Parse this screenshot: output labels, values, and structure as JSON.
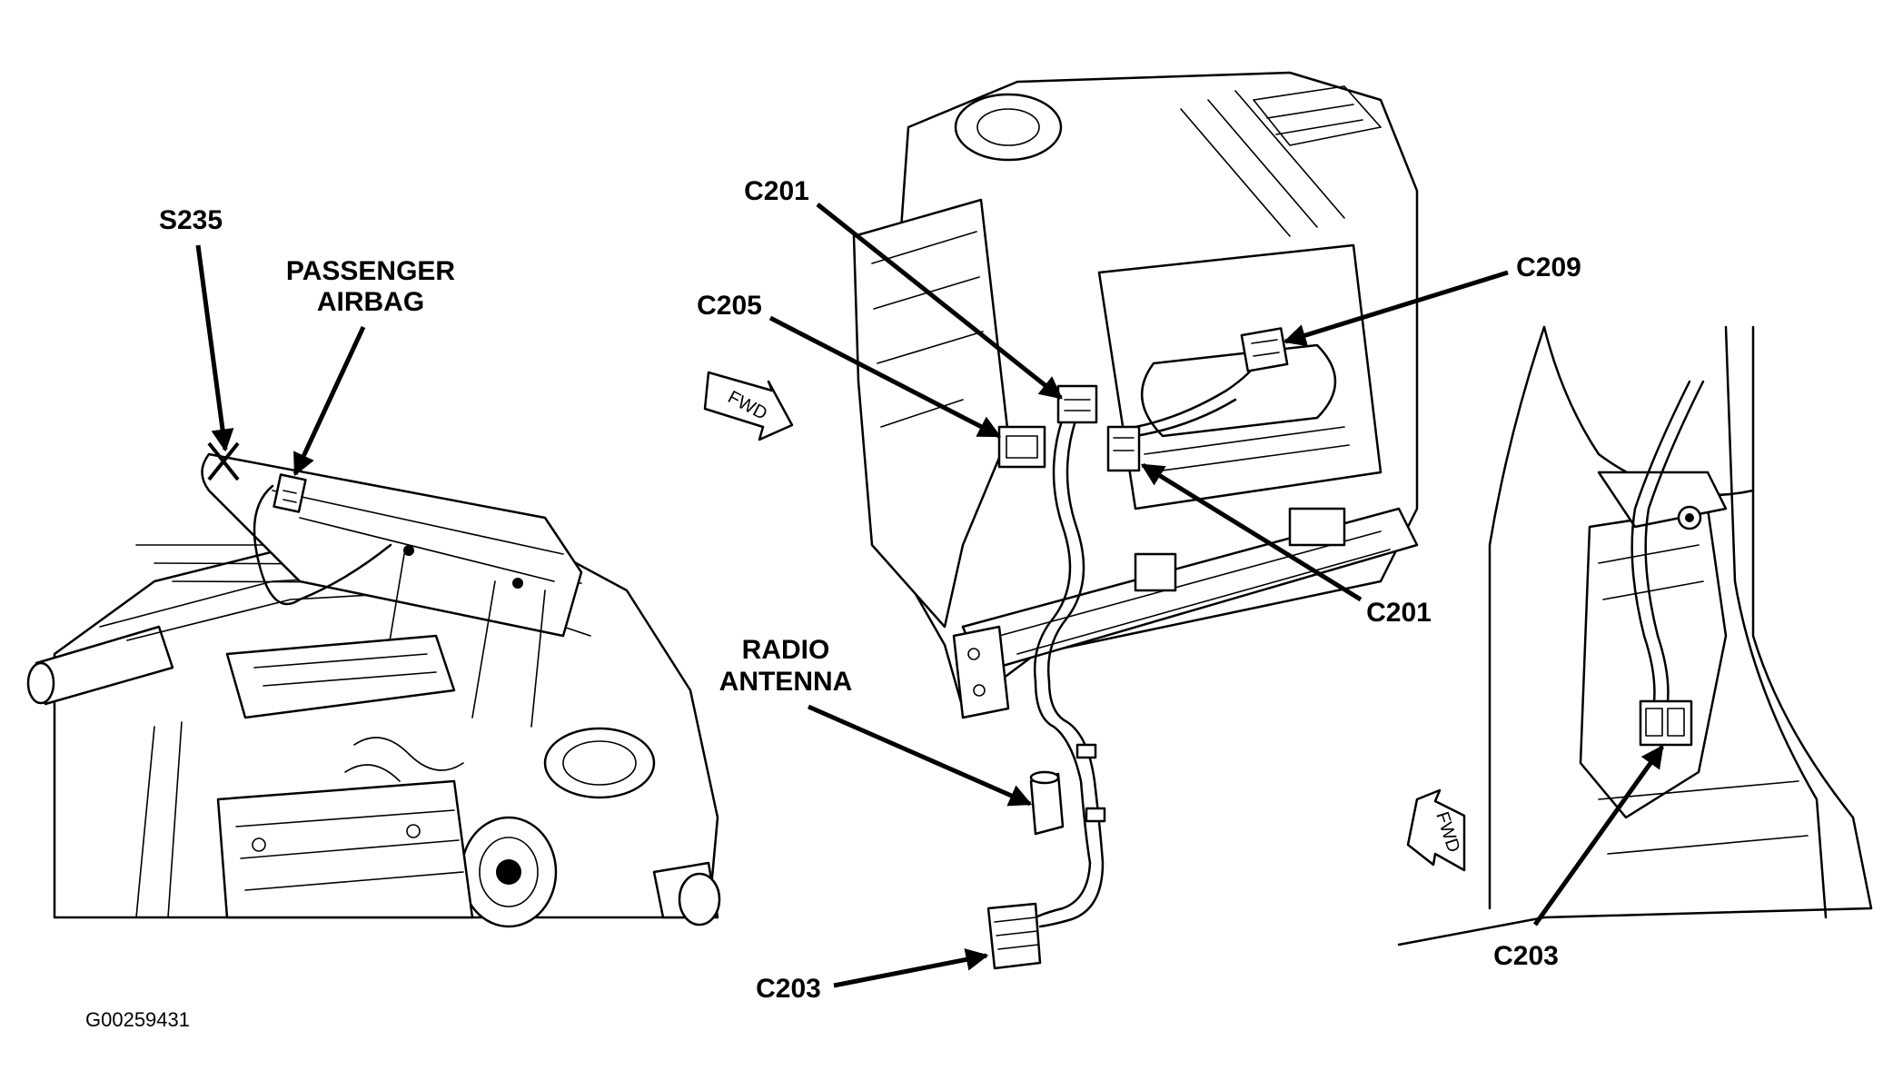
{
  "figure_id": "G00259431",
  "callouts": {
    "s235": "S235",
    "passenger_airbag_line1": "PASSENGER",
    "passenger_airbag_line2": "AIRBAG",
    "c201_top": "C201",
    "c205": "C205",
    "c209": "C209",
    "c201_right": "C201",
    "radio_antenna_line1": "RADIO",
    "radio_antenna_line2": "ANTENNA",
    "c203_center": "C203",
    "c203_right": "C203"
  },
  "direction_arrows": {
    "center": "FWD",
    "right": "FWD"
  }
}
